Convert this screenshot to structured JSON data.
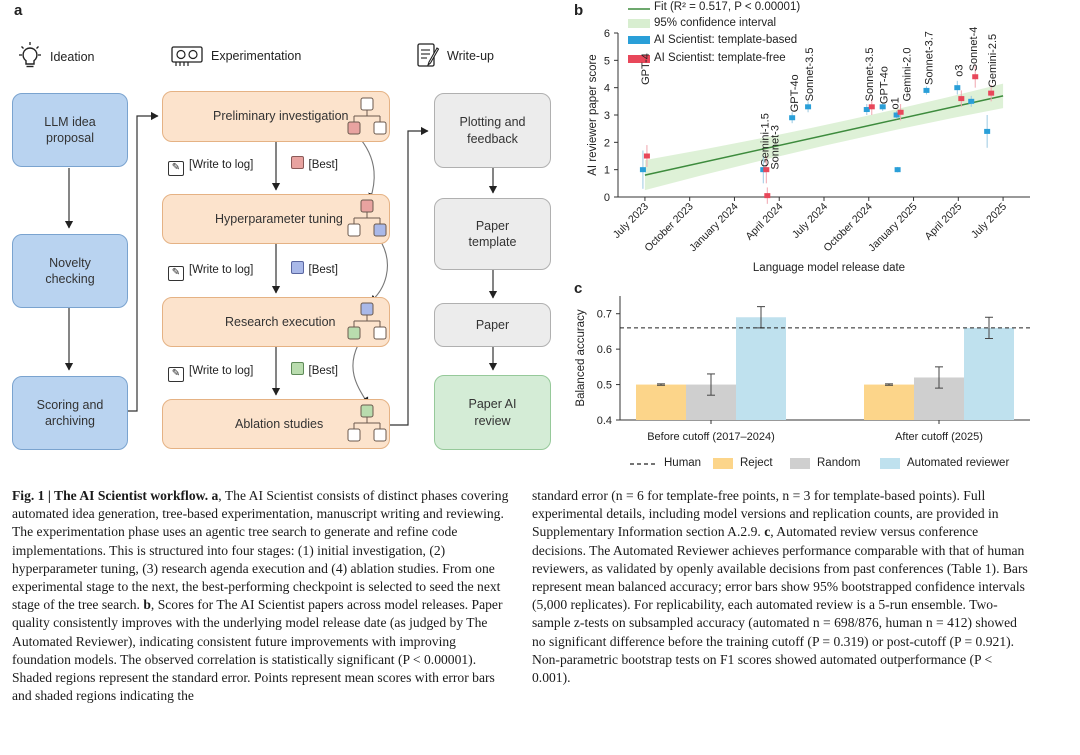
{
  "panel_a": {
    "label": "a",
    "headers": {
      "ideation": "Ideation",
      "experimentation": "Experimentation",
      "writeup": "Write-up"
    },
    "ideation_boxes": [
      "LLM idea\nproposal",
      "Novelty\nchecking",
      "Scoring and\narchiving"
    ],
    "experiment_stages": [
      "Preliminary investigation",
      "Hyperparameter tuning",
      "Research execution",
      "Ablation studies"
    ],
    "log_label": "[Write to log]",
    "best_label": "[Best]",
    "best_colors": [
      "#e8a3a0",
      "#a9b8e8",
      "#b9dcae"
    ],
    "writeup_boxes": [
      "Plotting and\nfeedback",
      "Paper\ntemplate",
      "Paper",
      "Paper AI\nreview"
    ]
  },
  "panel_b": {
    "label": "b",
    "legend": {
      "fit": "Fit (R² = 0.517, P < 0.00001)",
      "ci": "95% confidence interval",
      "template_based": "AI Scientist: template-based",
      "template_free": "AI Scientist: template-free"
    }
  },
  "panel_c": {
    "label": "c",
    "legend": {
      "human": "Human",
      "reject": "Reject",
      "random": "Random",
      "auto": "Automated reviewer"
    }
  },
  "chart_data": [
    {
      "type": "scatter",
      "xlabel": "Language model release date",
      "ylabel": "AI reviewer paper score",
      "ylim": [
        0,
        6
      ],
      "yticks": [
        0,
        1,
        2,
        3,
        4,
        5,
        6
      ],
      "xticks": [
        "July 2023",
        "October 2023",
        "January 2024",
        "April 2024",
        "July 2024",
        "October 2024",
        "January 2025",
        "April 2025",
        "July 2025"
      ],
      "fit": {
        "label": "Fit",
        "R2": 0.517,
        "start": [
          "2023-07",
          0.8
        ],
        "end": [
          "2025-07",
          3.7
        ]
      },
      "series": [
        {
          "name": "AI Scientist: template-based",
          "color": "#2a9fd8",
          "points": [
            {
              "model": "GPT-4",
              "date": "2023-07",
              "y": 1.0,
              "err": 0.7
            },
            {
              "model": "Gemini-1.5",
              "date": "2024-03",
              "y": 1.0,
              "err": 0.5
            },
            {
              "model": "GPT-4o",
              "date": "2024-05",
              "y": 2.9,
              "err": 0.2
            },
            {
              "model": "Sonnet-3.5",
              "date": "2024-06",
              "y": 3.3,
              "err": 0.2
            },
            {
              "model": "Sonnet-3.5",
              "date": "2024-10",
              "y": 3.2,
              "err": 0.2
            },
            {
              "model": "GPT-4o",
              "date": "2024-11",
              "y": 3.3,
              "err": 0.15
            },
            {
              "model": "o1",
              "date": "2024-12",
              "y": 3.0,
              "err": 0.15
            },
            {
              "model": "Gemini-2.0",
              "date": "2024-12",
              "y": 1.0,
              "err": 0.1
            },
            {
              "model": "Sonnet-3.7",
              "date": "2025-02",
              "y": 3.9,
              "err": 0.15
            },
            {
              "model": "o3",
              "date": "2025-04",
              "y": 4.0,
              "err": 0.25
            },
            {
              "model": "Sonnet-4",
              "date": "2025-05",
              "y": 3.5,
              "err": 0.2
            },
            {
              "model": "Gemini-2.5",
              "date": "2025-06",
              "y": 2.4,
              "err": 0.6
            }
          ]
        },
        {
          "name": "AI Scientist: template-free",
          "color": "#e8475a",
          "points": [
            {
              "model": "GPT-4",
              "date": "2023-07",
              "y": 1.5,
              "err": 0.4
            },
            {
              "model": "Gemini-1.5",
              "date": "2024-03",
              "y": 0.05,
              "err": 0.3
            },
            {
              "model": "Sonnet-3",
              "date": "2024-03",
              "y": 1.0,
              "err": 0.5
            },
            {
              "model": "Sonnet-3.5",
              "date": "2024-10",
              "y": 3.3,
              "err": 0.3
            },
            {
              "model": "o1",
              "date": "2024-12",
              "y": 3.1,
              "err": 0.3
            },
            {
              "model": "o3",
              "date": "2025-04",
              "y": 3.6,
              "err": 0.3
            },
            {
              "model": "Sonnet-4",
              "date": "2025-05",
              "y": 4.4,
              "err": 0.4
            },
            {
              "model": "Gemini-2.5",
              "date": "2025-06",
              "y": 3.8,
              "err": 0.3
            }
          ]
        }
      ],
      "annotations": [
        "GPT-4",
        "Gemini-1.5",
        "Sonnet-3",
        "GPT-4o",
        "Sonnet-3.5",
        "Sonnet-3.5",
        "GPT-4o",
        "o1",
        "Gemini-2.0",
        "Sonnet-3.7",
        "o3",
        "Sonnet-4",
        "Gemini-2.5"
      ]
    },
    {
      "type": "bar",
      "ylabel": "Balanced accuracy",
      "ylim": [
        0.4,
        0.75
      ],
      "yticks": [
        0.4,
        0.5,
        0.6,
        0.7
      ],
      "categories": [
        "Before cutoff (2017–2024)",
        "After cutoff (2025)"
      ],
      "series": [
        {
          "name": "Reject",
          "color": "#fcd58a",
          "values": [
            0.5,
            0.5
          ],
          "err": [
            0.002,
            0.002
          ]
        },
        {
          "name": "Random",
          "color": "#cfcfcf",
          "values": [
            0.5,
            0.52
          ],
          "err": [
            0.03,
            0.03
          ]
        },
        {
          "name": "Automated reviewer",
          "color": "#bfe1ee",
          "values": [
            0.69,
            0.66
          ],
          "err": [
            0.03,
            0.03
          ]
        }
      ],
      "reference_line": {
        "name": "Human",
        "value": 0.66
      }
    }
  ],
  "caption": {
    "left": [
      {
        "b": "Fig. 1 | The AI Scientist workflow. a",
        "t": ", The AI Scientist consists of distinct phases covering automated idea generation, tree-based experimentation, manuscript writing and reviewing. The experimentation phase uses an agentic tree search to generate and refine code implementations. This is structured into four stages: (1) initial investigation, (2) hyperparameter tuning, (3) research agenda execution and (4) ablation studies. From one experimental stage to the next, the best-performing checkpoint is selected to seed the next stage of the tree search. "
      },
      {
        "b": "b",
        "t": ", Scores for The AI Scientist papers across model releases. Paper quality consistently improves with the underlying model release date (as judged by The Automated Reviewer), indicating consistent future improvements with improving foundation models. The observed correlation is statistically significant (P < 0.00001). Shaded regions represent the standard error. Points represent mean scores with error bars and shaded regions indicating the"
      }
    ],
    "right": [
      {
        "b": "",
        "t": "standard error (n = 6 for template-free points, n = 3 for template-based points). Full experimental details, including model versions and replication counts, are provided in Supplementary Information section A.2.9. "
      },
      {
        "b": "c",
        "t": ", Automated review versus conference decisions. The Automated Reviewer achieves performance comparable with that of human reviewers, as validated by openly available decisions from past conferences (Table 1). Bars represent mean balanced accuracy; error bars show 95% bootstrapped confidence intervals (5,000 replicates). For replicability, each automated review is a 5-run ensemble. Two-sample z-tests on subsampled accuracy (automated n = 698/876, human n = 412) showed no significant difference before the training cutoff (P = 0.319) or post-cutoff (P = 0.921). Non-parametric bootstrap tests on F1 scores showed automated outperformance (P < 0.001)."
      }
    ]
  }
}
